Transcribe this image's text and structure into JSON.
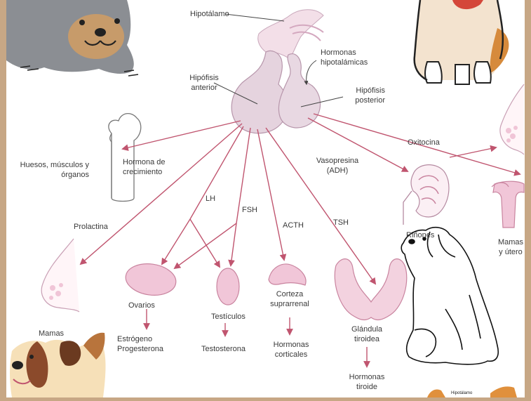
{
  "colors": {
    "arrow": "#c0556f",
    "gland": "#e5d3de",
    "gland_stroke": "#b796ab",
    "organ": "#f1c6d8",
    "thyroid": "#f3d2df",
    "bone": "#ffffff",
    "frame": "#c7a785"
  },
  "labels": {
    "hipotalamo": "Hipotálamo",
    "hormonas_hipotalamicas": [
      "Hormonas",
      "hipotalámicas"
    ],
    "hipofisis_anterior": [
      "Hipófisis",
      "anterior"
    ],
    "hipofisis_posterior": [
      "Hipófisis",
      "posterior"
    ],
    "oxitocina": "Oxitocina",
    "huesos": [
      "Huesos, músculos y",
      "órganos"
    ],
    "hormona_crecimiento": [
      "Hormona de",
      "crecimiento"
    ],
    "vasopresina": [
      "Vasopresina",
      "(ADH)"
    ],
    "lh": "LH",
    "fsh": "FSH",
    "acth": "ACTH",
    "tsh": "TSH",
    "prolactina": "Prolactina",
    "rinones": "Riñones",
    "mamas_utero": [
      "Mamas",
      "y útero"
    ],
    "ovarios": "Ovarios",
    "testiculos": "Testículos",
    "corteza": [
      "Corteza",
      "suprarrenal"
    ],
    "glandula": [
      "Glándula",
      "tiroidea"
    ],
    "mamas": "Mamas",
    "estrogeno": [
      "Estrógeno",
      "Progesterona"
    ],
    "testosterona": "Testosterona",
    "hormonas_corticales": [
      "Hormonas",
      "corticales"
    ],
    "hormonas_tiroide": [
      "Hormonas",
      "tiroide"
    ],
    "hipotalamo_small": "Hipotálamo"
  },
  "stickers": [
    "grey-puppy-sticker",
    "shiba-dog-sticker",
    "sitting-dog-sketch",
    "beagle-sticker"
  ]
}
